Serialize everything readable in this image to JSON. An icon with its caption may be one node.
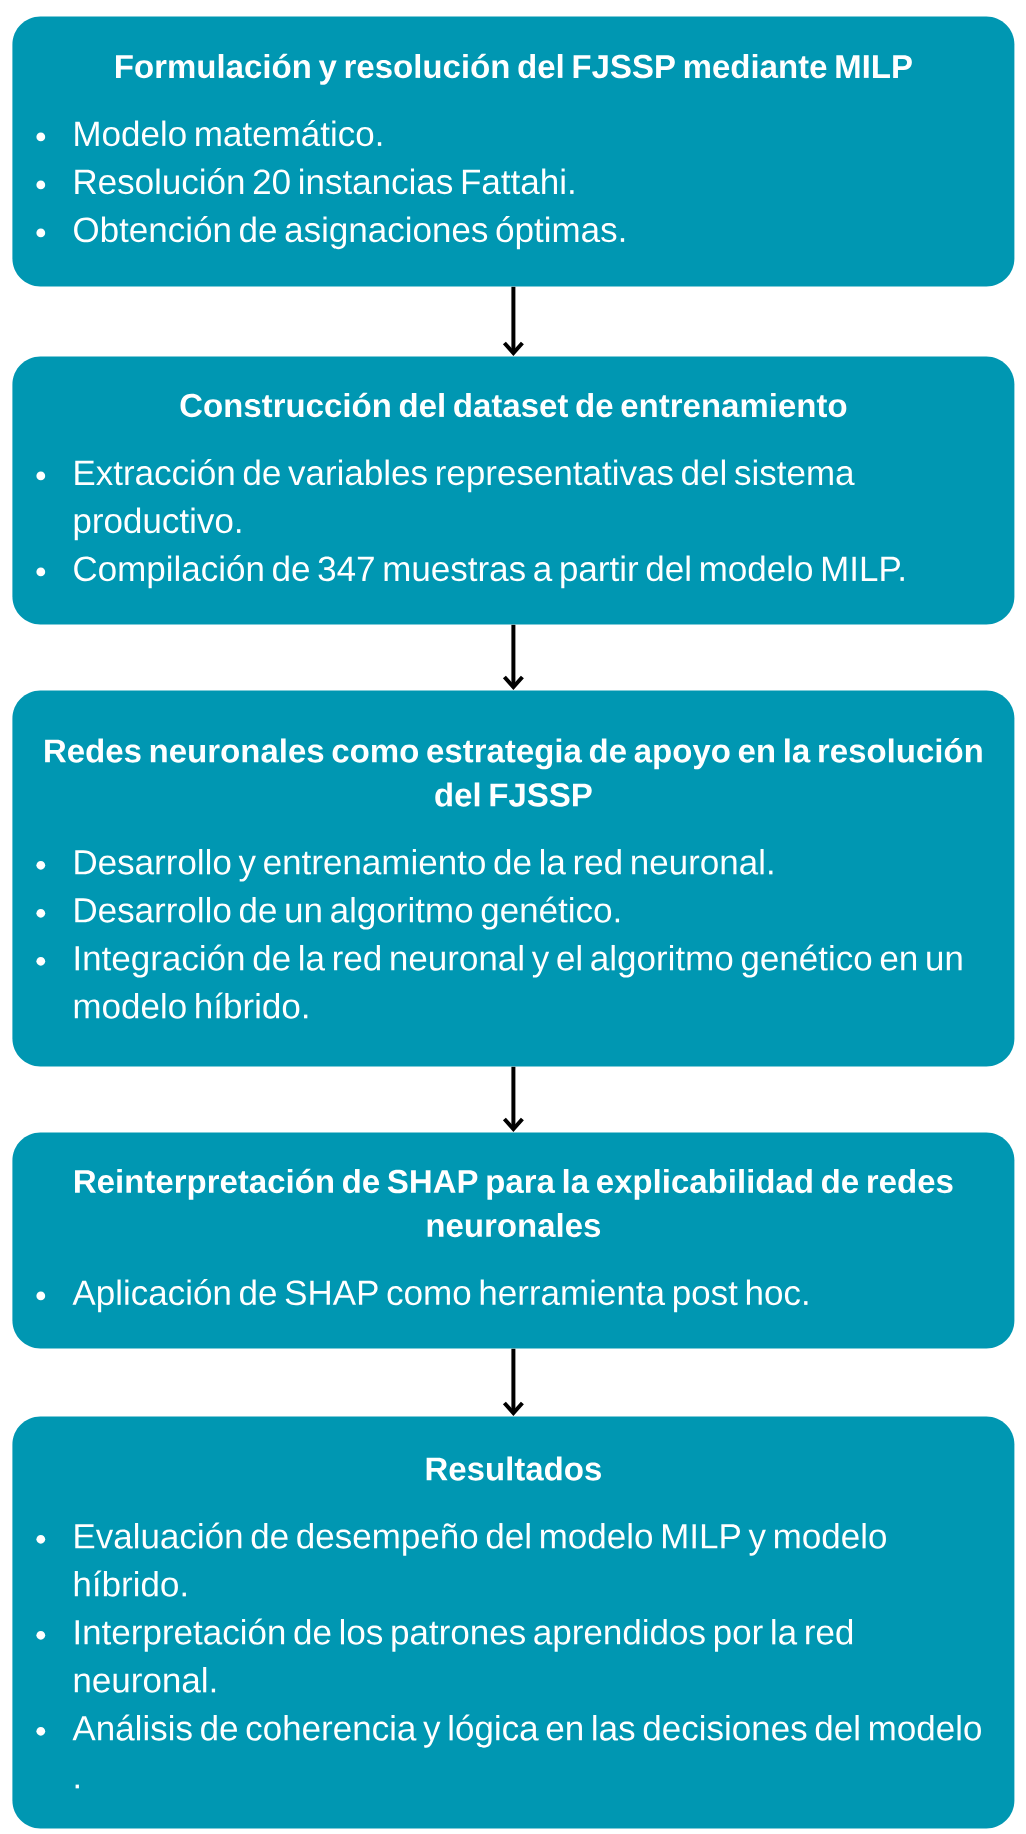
{
  "diagram": {
    "nodes": [
      {
        "text": [
          "Formulación y resolución del FJSSP mediante MILP",
          "Modelo matemático.",
          "Resolución 20 instancias Fattahi.",
          "Obtención de asignaciones óptimas."
        ]
      },
      {
        "text": [
          "Construcción del dataset de entrenamiento",
          "Extracción de variables representativas del sistema productivo.",
          "Compilación de 347 muestras a partir del modelo MILP."
        ]
      },
      {
        "text": [
          "Redes neuronales como estrategia de apoyo en la resolución del FJSSP",
          "Desarrollo y entrenamiento de la red neuronal.",
          "Desarrollo de un algoritmo genético.",
          "Integración de la red neuronal y el algoritmo genético en un modelo híbrido."
        ]
      },
      {
        "text": [
          "Reinterpretación de SHAP para la explicabilidad de redes neuronales",
          "Aplicación de SHAP como herramienta post hoc."
        ]
      },
      {
        "text": [
          "Resultados",
          "Evaluación de desempeño del modelo MILP y modelo híbrido.",
          "Interpretación de los patrones aprendidos por la red neuronal.",
          "Análisis de coherencia y lógica en las decisiones del modelo ."
        ]
      }
    ],
    "edges": [
      {
        "from": 0,
        "to": 1,
        "arrow": "to"
      },
      {
        "from": 1,
        "to": 2,
        "arrow": "to"
      },
      {
        "from": 2,
        "to": 3,
        "arrow": "to"
      },
      {
        "from": 3,
        "to": 4,
        "arrow": "to"
      }
    ]
  }
}
